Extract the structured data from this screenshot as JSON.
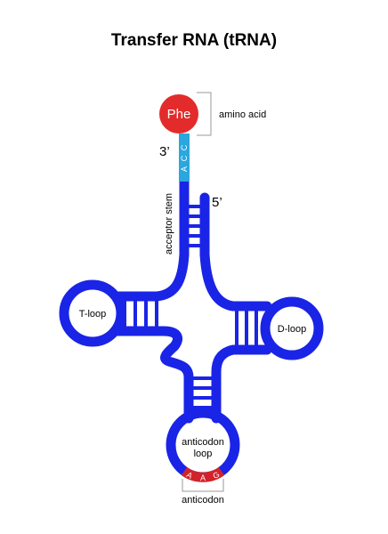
{
  "title": "Transfer RNA (tRNA)",
  "amino_acid": {
    "abbr": "Phe",
    "label": "amino acid"
  },
  "ends": {
    "three_prime": "3’",
    "five_prime": "5’"
  },
  "cca": [
    "C",
    "C",
    "A"
  ],
  "labels": {
    "acceptor_stem": "acceptor stem",
    "t_loop": "T-loop",
    "d_loop": "D-loop",
    "anticodon_loop_line1": "anticodon",
    "anticodon_loop_line2": "loop",
    "anticodon": "anticodon"
  },
  "anticodon_bases": [
    "A",
    "A",
    "G"
  ],
  "colors": {
    "backbone": "#1a24e6",
    "amino_acid": "#e32b2b",
    "cca_tail": "#2aa7de",
    "anticodon": "#d2232a",
    "bracket": "#9a9a9a"
  }
}
